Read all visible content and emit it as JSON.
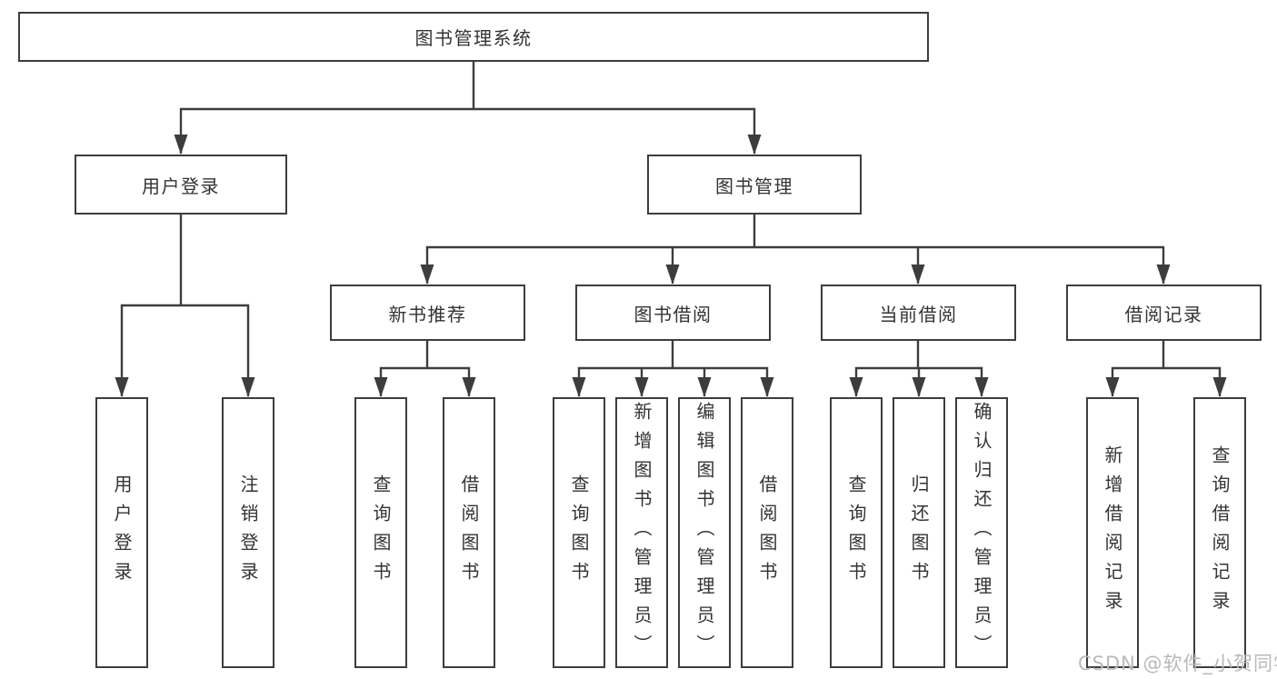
{
  "diagram": {
    "root": {
      "label": "图书管理系统"
    },
    "branches": [
      {
        "label": "用户登录",
        "children": [
          {
            "label": "用户登录"
          },
          {
            "label": "注销登录"
          }
        ]
      },
      {
        "label": "图书管理",
        "children": [
          {
            "label": "新书推荐",
            "children": [
              {
                "label": "查询图书"
              },
              {
                "label": "借阅图书"
              }
            ]
          },
          {
            "label": "图书借阅",
            "children": [
              {
                "label": "查询图书"
              },
              {
                "label": "新增图书（管理员）"
              },
              {
                "label": "编辑图书（管理员）"
              },
              {
                "label": "借阅图书"
              }
            ]
          },
          {
            "label": "当前借阅",
            "children": [
              {
                "label": "查询图书"
              },
              {
                "label": "归还图书"
              },
              {
                "label": "确认归还（管理员）"
              }
            ]
          },
          {
            "label": "借阅记录",
            "children": [
              {
                "label": "新增借阅记录"
              },
              {
                "label": "查询借阅记录"
              }
            ]
          }
        ]
      }
    ],
    "watermark": "CSDN @软件_小贺同学",
    "colors": {
      "line": "#3d3d3d",
      "text": "#333333",
      "watermark": "#b9b9b9",
      "background": "#ffffff"
    }
  }
}
